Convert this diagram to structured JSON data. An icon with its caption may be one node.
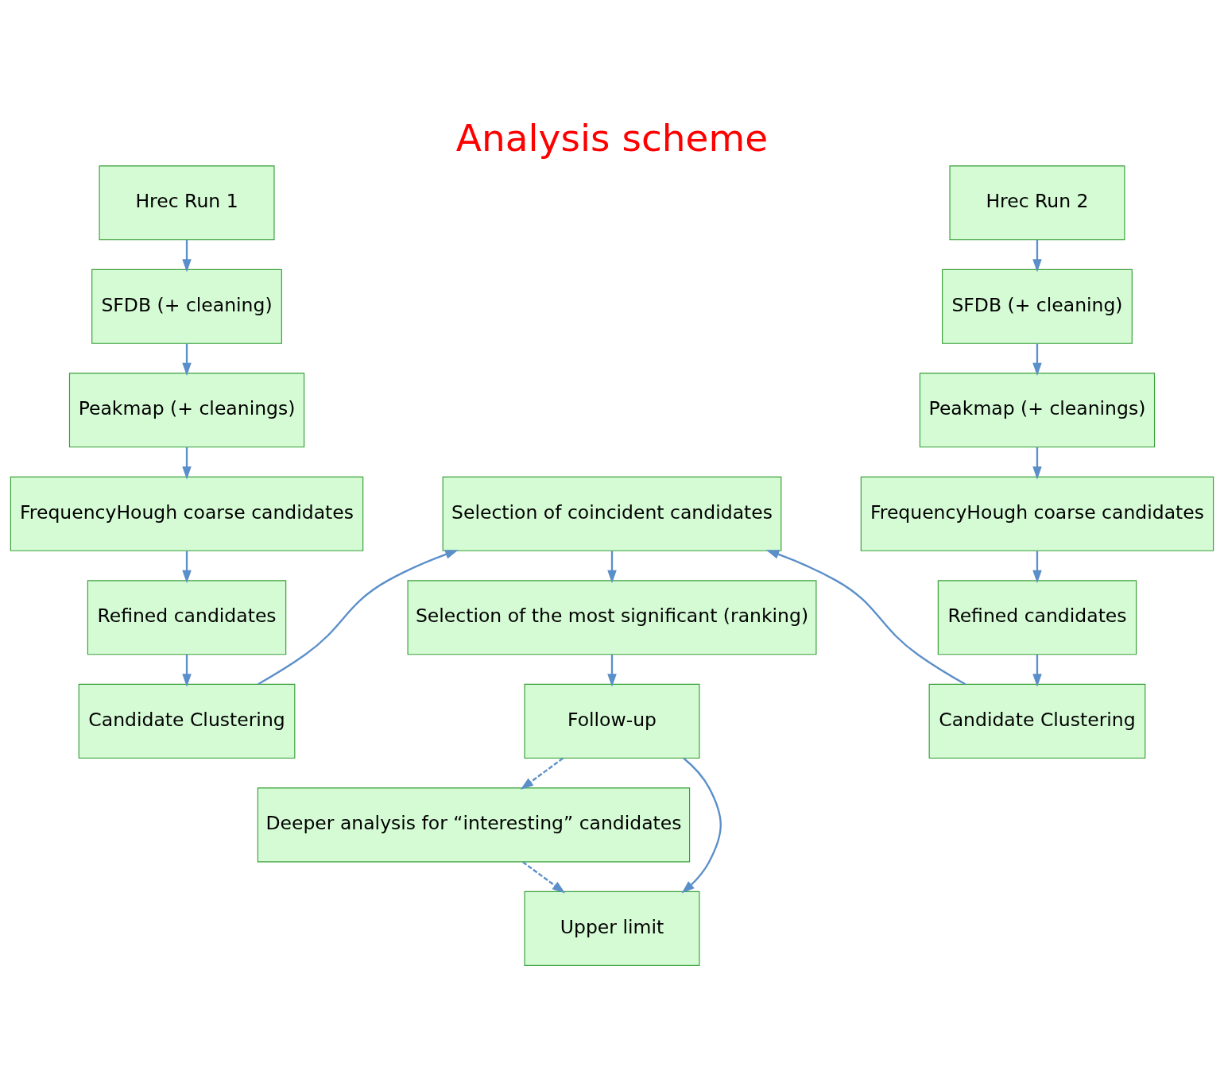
{
  "diagram": {
    "title": "Analysis scheme",
    "nodes": [
      {
        "text": [
          "Hrec Run 1"
        ]
      },
      {
        "text": [
          "SFDB (+ cleaning)"
        ]
      },
      {
        "text": [
          "Peakmap (+ cleanings)"
        ]
      },
      {
        "text": [
          "FrequencyHough coarse candidates"
        ]
      },
      {
        "text": [
          "Refined candidates"
        ]
      },
      {
        "text": [
          "Candidate Clustering"
        ]
      },
      {
        "text": [
          "Hrec Run 2"
        ]
      },
      {
        "text": [
          "SFDB (+ cleaning)"
        ]
      },
      {
        "text": [
          "Peakmap (+ cleanings)"
        ]
      },
      {
        "text": [
          "FrequencyHough coarse candidates"
        ]
      },
      {
        "text": [
          "Refined candidates"
        ]
      },
      {
        "text": [
          "Candidate Clustering"
        ]
      },
      {
        "text": [
          "Selection of coincident candidates"
        ]
      },
      {
        "text": [
          "Selection of the most significant (ranking)"
        ]
      },
      {
        "text": [
          "Follow-up"
        ]
      },
      {
        "text": [
          "Deeper analysis for “interesting” candidates"
        ]
      },
      {
        "text": [
          "Upper limit"
        ]
      }
    ],
    "edges": [
      {
        "from": 0,
        "to": 1,
        "arrow": "to"
      },
      {
        "from": 1,
        "to": 2,
        "arrow": "to"
      },
      {
        "from": 2,
        "to": 3,
        "arrow": "to"
      },
      {
        "from": 3,
        "to": 4,
        "arrow": "to"
      },
      {
        "from": 4,
        "to": 5,
        "arrow": "to"
      },
      {
        "from": 6,
        "to": 7,
        "arrow": "to"
      },
      {
        "from": 7,
        "to": 8,
        "arrow": "to"
      },
      {
        "from": 8,
        "to": 9,
        "arrow": "to"
      },
      {
        "from": 9,
        "to": 10,
        "arrow": "to"
      },
      {
        "from": 10,
        "to": 11,
        "arrow": "to"
      },
      {
        "from": 5,
        "to": 12,
        "arrow": "to"
      },
      {
        "from": 11,
        "to": 12,
        "arrow": "to"
      },
      {
        "from": 12,
        "to": 13,
        "arrow": "to"
      },
      {
        "from": 13,
        "to": 14,
        "arrow": "to"
      },
      {
        "from": 14,
        "to": 15,
        "arrow": "to",
        "style": "dashed"
      },
      {
        "from": 14,
        "to": 16,
        "arrow": "to"
      },
      {
        "from": 15,
        "to": 16,
        "arrow": "to",
        "style": "dashed"
      }
    ]
  }
}
